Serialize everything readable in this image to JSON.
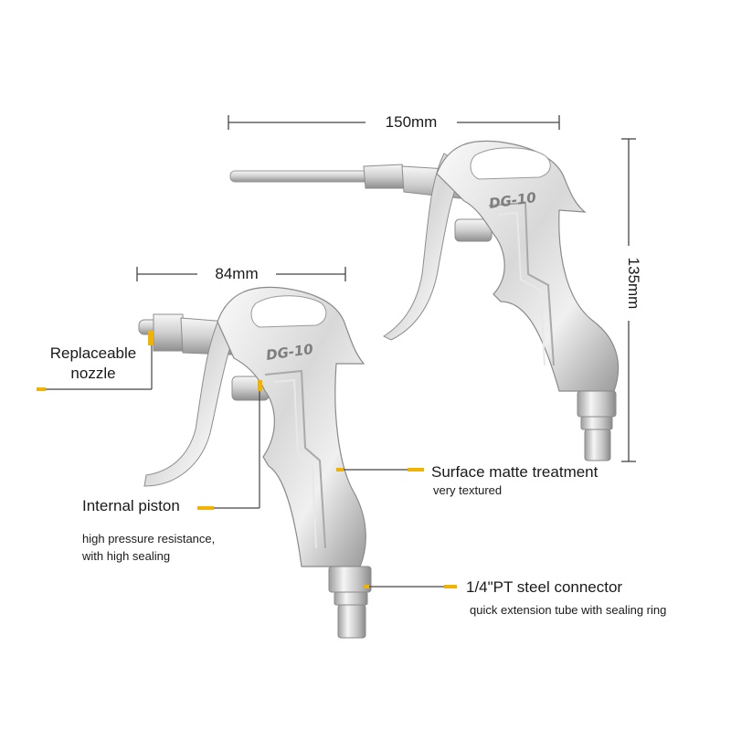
{
  "colors": {
    "accent": "#f2b200",
    "line": "#444444",
    "metal_light": "#f4f4f4",
    "metal_mid": "#c9c9c9",
    "metal_dark": "#8e8e8e"
  },
  "dimensions": {
    "width": "150mm",
    "short": "84mm",
    "height": "135mm"
  },
  "gun_marking": "DG-10",
  "callouts": [
    {
      "title": "Replaceable\nnozzle",
      "detail": ""
    },
    {
      "title": "Internal piston",
      "detail": "high pressure resistance,\nwith high sealing"
    },
    {
      "title": "Surface matte treatment",
      "detail": "very textured"
    },
    {
      "title": "1/4\"PT steel connector",
      "detail": "quick extension tube with sealing ring"
    }
  ]
}
